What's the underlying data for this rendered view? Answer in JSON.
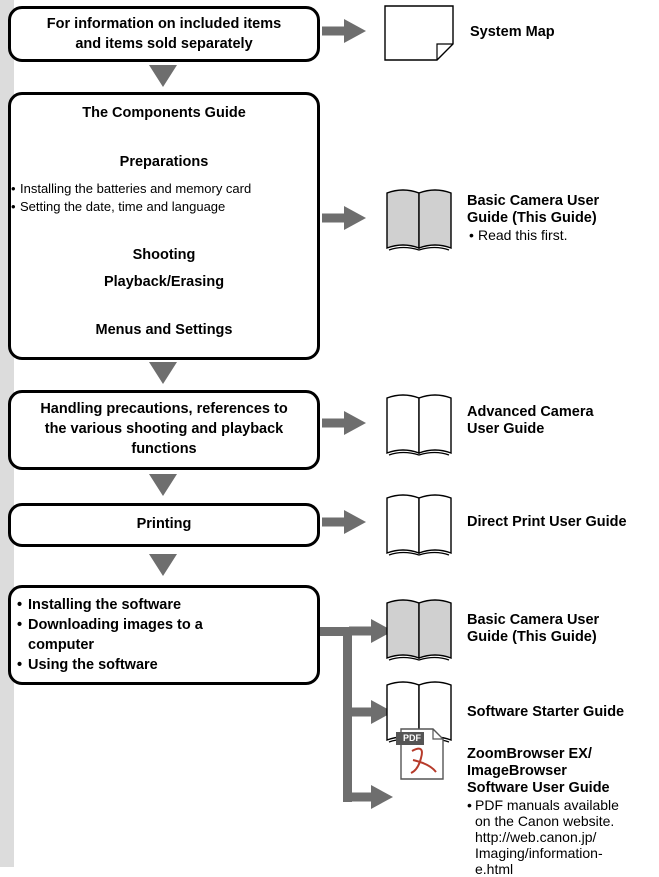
{
  "flow": {
    "box1": {
      "text": [
        "For information on included items",
        "and items sold separately"
      ]
    },
    "box2": {
      "title": "The Components Guide",
      "preparations": "Preparations",
      "prep_items": [
        "Installing the batteries and memory card",
        "Setting the date, time and language"
      ],
      "shooting": "Shooting",
      "playback": "Playback/Erasing",
      "menus": "Menus and Settings"
    },
    "box3": {
      "text": [
        "Handling precautions, references to",
        "the various shooting and playback",
        "functions"
      ]
    },
    "box4": {
      "text": "Printing"
    },
    "box5": {
      "items": [
        "Installing the software",
        "Downloading images to a computer",
        "Using the software"
      ]
    }
  },
  "guides": {
    "system_map": "System Map",
    "basic1": {
      "title": [
        "Basic Camera User",
        "Guide (This Guide)"
      ],
      "note": "Read this first."
    },
    "advanced": [
      "Advanced Camera",
      "User Guide"
    ],
    "direct_print": "Direct Print User Guide",
    "basic2": [
      "Basic Camera User",
      "Guide (This Guide)"
    ],
    "software_starter": "Software Starter Guide",
    "zoombrowser": {
      "title": [
        "ZoomBrowser EX/",
        "ImageBrowser",
        "Software User Guide"
      ],
      "note": [
        "PDF manuals available",
        "on the Canon website.",
        "http://web.canon.jp/",
        "Imaging/information-",
        "e.html"
      ]
    },
    "pdf_label": "PDF"
  },
  "colors": {
    "arrow": "#6e6e6e",
    "book_gray": "#d0d0d0",
    "sidebar": "#dcdcdc"
  }
}
